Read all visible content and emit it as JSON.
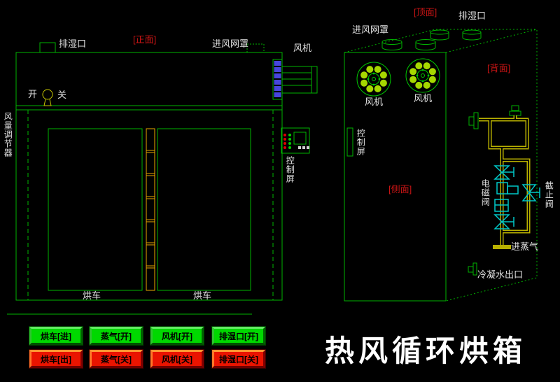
{
  "title": "热风循环烘箱",
  "front_view": {
    "view_label": "[正面]",
    "exhaust_port": "排湿口",
    "intake_mesh": "进风网罩",
    "fan": "风机",
    "switch_on": "开",
    "switch_off": "关",
    "air_regulator": "风量调节器",
    "control_panel": "控制屏",
    "cart_left": "烘车",
    "cart_right": "烘车"
  },
  "iso_view": {
    "top_label": "[顶面]",
    "back_label": "[背面]",
    "side_label": "[侧面]",
    "exhaust_port": "排湿口",
    "intake_mesh": "进风网罩",
    "fan_left": "风机",
    "fan_right": "风机",
    "control_panel": "控制屏",
    "solenoid_valve": "电磁阀",
    "stop_valve": "截止阀",
    "steam_inlet": "进蒸气",
    "condensate_outlet": "冷凝水出口"
  },
  "controls": {
    "on_buttons": [
      {
        "label": "烘车[进]"
      },
      {
        "label": "蒸气[开]"
      },
      {
        "label": "风机[开]"
      },
      {
        "label": "排湿口[开]"
      }
    ],
    "off_buttons": [
      {
        "label": "烘车[出]"
      },
      {
        "label": "蒸气[关]"
      },
      {
        "label": "风机[关]"
      },
      {
        "label": "排湿口[关]"
      }
    ]
  },
  "colors": {
    "background": "#000000",
    "line_green": "#00b400",
    "pipe_yellow": "#b8b000",
    "door_strip_orange": "#eaa800",
    "valve_cyan": "#00c8c8",
    "fin_blue": "#4646dc",
    "label_white": "#e2e2e2",
    "label_red": "#c81414",
    "button_on_green": "#00d800",
    "button_off_red": "#ea1400",
    "fan_blade_dot": "#a6d800"
  }
}
